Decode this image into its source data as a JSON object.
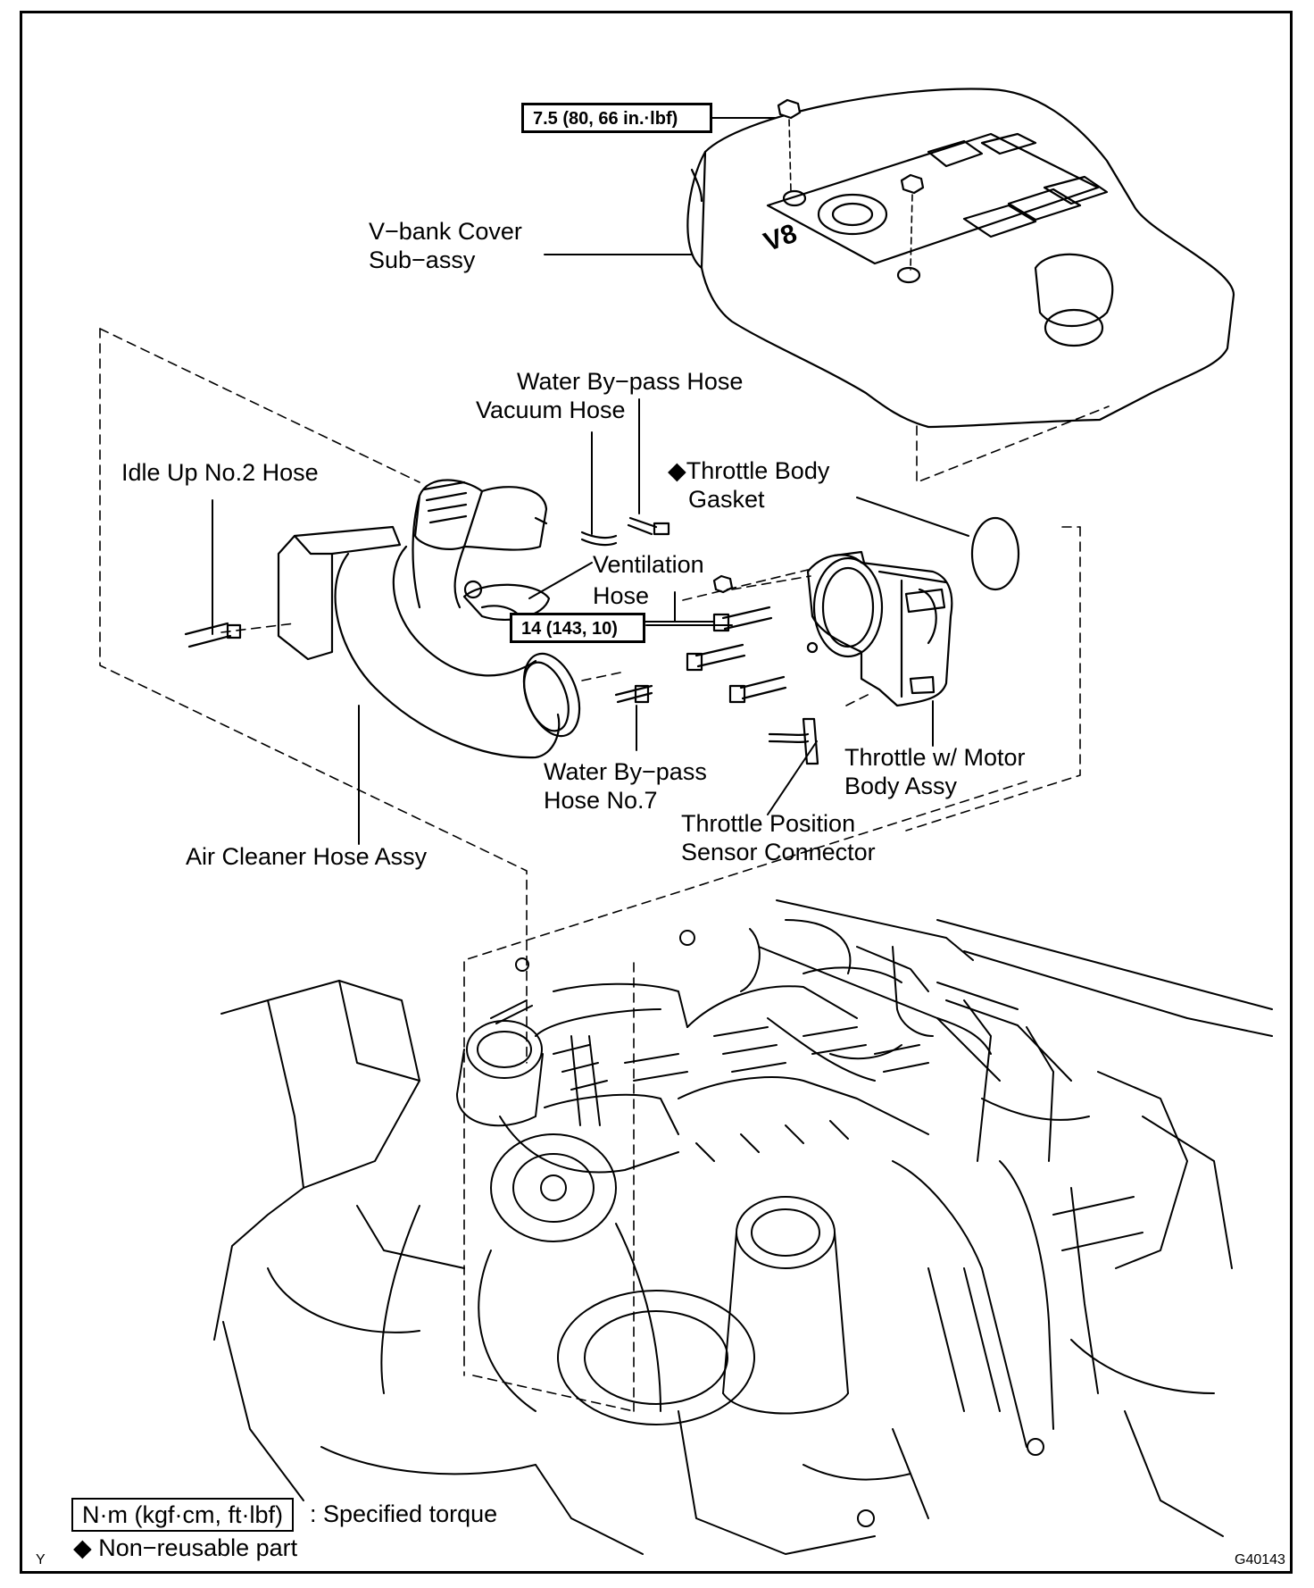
{
  "torque_boxes": {
    "cover_nut": "7.5 (80, 66 in.·lbf)",
    "throttle_bolts": "14 (143, 10)"
  },
  "labels": {
    "v_bank_cover": [
      "V−bank Cover",
      "Sub−assy"
    ],
    "water_bypass_hose": "Water By−pass Hose",
    "vacuum_hose": "Vacuum Hose",
    "idle_up_hose": "Idle Up No.2 Hose",
    "throttle_gasket": [
      "◆Throttle Body",
      "Gasket"
    ],
    "ventilation_hose": [
      "Ventilation",
      "Hose"
    ],
    "throttle_motor_body": [
      "Throttle w/ Motor",
      "Body Assy"
    ],
    "water_bypass_no7": [
      "Water By−pass",
      "Hose No.7"
    ],
    "throttle_sensor_connector": [
      "Throttle Position",
      "Sensor Connector"
    ],
    "air_cleaner_hose": "Air Cleaner Hose Assy"
  },
  "legend": {
    "torque_unit": "N·m (kgf·cm, ft·lbf)",
    "torque_desc": ": Specified torque",
    "nonreusable": "◆ Non−reusable part"
  },
  "corner_mark": "Y",
  "figure_id": "G40143"
}
